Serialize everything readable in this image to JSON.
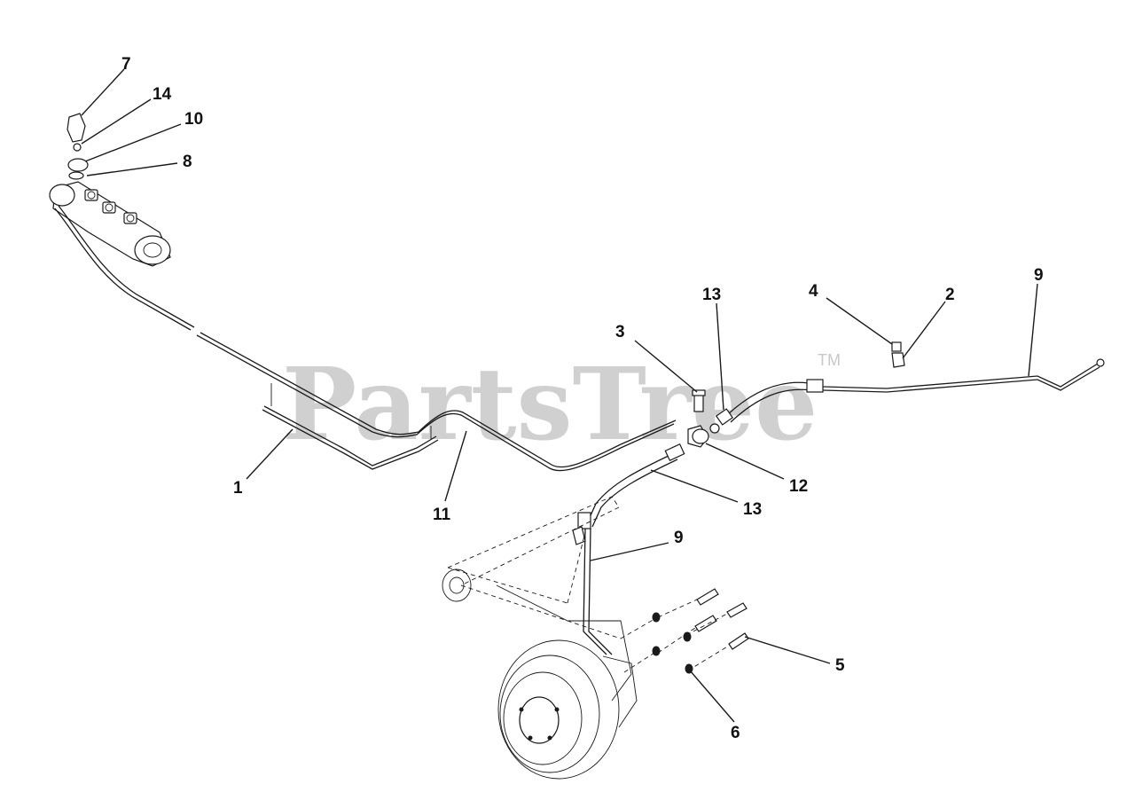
{
  "watermark": {
    "text": "PartsTree",
    "trademark": "TM"
  },
  "callouts": [
    {
      "id": "c7a",
      "label": "7"
    },
    {
      "id": "c14",
      "label": "14"
    },
    {
      "id": "c10",
      "label": "10"
    },
    {
      "id": "c8",
      "label": "8"
    },
    {
      "id": "c13a",
      "label": "13"
    },
    {
      "id": "c4",
      "label": "4"
    },
    {
      "id": "c2",
      "label": "2"
    },
    {
      "id": "c9a",
      "label": "9"
    },
    {
      "id": "c3",
      "label": "3"
    },
    {
      "id": "c12",
      "label": "12"
    },
    {
      "id": "c1",
      "label": "1"
    },
    {
      "id": "c11",
      "label": "11"
    },
    {
      "id": "c13b",
      "label": "13"
    },
    {
      "id": "c9b",
      "label": "9"
    },
    {
      "id": "c5",
      "label": "5"
    },
    {
      "id": "c6",
      "label": "6"
    }
  ]
}
